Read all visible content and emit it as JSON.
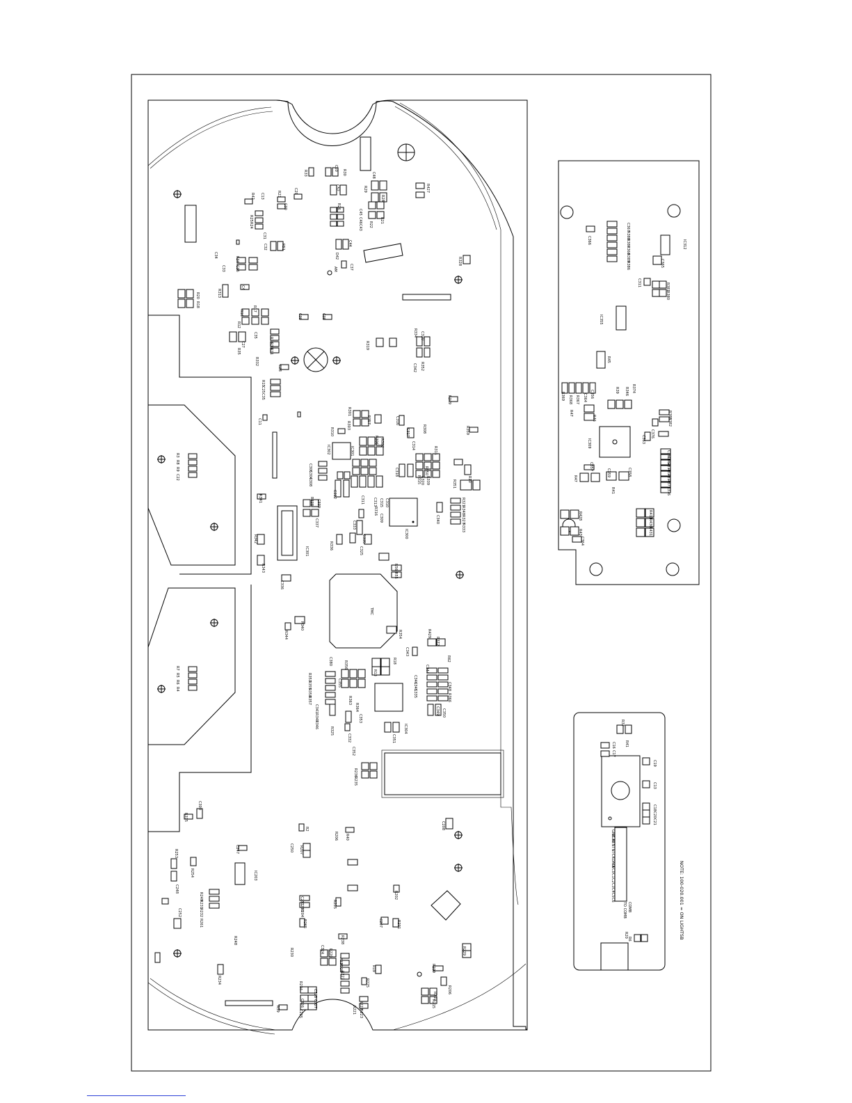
{
  "main_board": {
    "labels": {
      "l001": "R33",
      "l002": "C50",
      "l003": "R30",
      "l004": "C48",
      "l005": "R29",
      "l006": "R28",
      "l007": "R427",
      "l008": "C29",
      "l009": "R23",
      "l010": "C30",
      "l011": "R42",
      "l012": "C13",
      "l013": "C52",
      "l014": "R26",
      "l015": "C45",
      "l016": "C46",
      "l017": "C43",
      "l018": "R22",
      "l019": "R21",
      "l020": "R25",
      "l021": "R24",
      "l022": "C31",
      "l023": "R51",
      "l024": "C32",
      "l025": "C44",
      "l026": "D42",
      "l027": "C37",
      "l028": "AM",
      "l029": "R328",
      "l030": "C34",
      "l031": "C33",
      "l032": "C36",
      "l033": "R34",
      "l034": "C4",
      "l035": "R20",
      "l036": "R18",
      "l037": "R313",
      "l038": "R17",
      "l039": "R16",
      "l040": "R12",
      "l041": "C39",
      "l042": "C38",
      "l043": "C35",
      "l044": "C27",
      "l045": "R35",
      "l046": "R14",
      "l047": "R13",
      "l048": "R11",
      "l049": "R332",
      "l050": "C28",
      "l051": "R319",
      "l052": "C320",
      "l053": "R334",
      "l054": "R352",
      "l055": "C342",
      "l056": "R15",
      "l057": "C25",
      "l058": "C35",
      "l059": "R349",
      "l060": "R301",
      "l061": "R357",
      "l062": "R303",
      "l063": "R310",
      "l064": "C316",
      "l065": "C317",
      "l066": "R308",
      "l067": "C11",
      "l068": "R359",
      "l069": "IC302",
      "l070": "IC301",
      "l071": "R306",
      "l072": "R307",
      "l073": "C305",
      "l074": "C304",
      "l075": "C308",
      "l076": "C314",
      "l077": "R311",
      "l078": "R350",
      "l079": "R339",
      "l080": "R320",
      "l081": "C318",
      "l082": "R315",
      "l083": "R351",
      "l084": "R10",
      "l085": "R341",
      "l086": "R338",
      "l087": "C339",
      "l088": "C337",
      "l089": "C312",
      "l090": "C311",
      "l091": "C313",
      "l092": "C315",
      "l093": "C310",
      "l094": "C309",
      "l095": "R316",
      "l096": "R321",
      "l097": "R348",
      "l098": "R327",
      "l099": "R333",
      "l100": "IC300",
      "l101": "C340",
      "l102": "R342",
      "l103": "C333",
      "l104": "C335",
      "l105": "C325",
      "l106": "R336",
      "l107": "IC301",
      "l108": "R343",
      "l109": "C336",
      "l110": "R56",
      "l111": "R55",
      "l112": "TMC",
      "l113": "R340",
      "l114": "R344",
      "l115": "R354",
      "l116": "R429",
      "l117": "R372",
      "l118": "C343",
      "l119": "R62",
      "l120": "R13",
      "l121": "R18",
      "l122": "C380",
      "l123": "R356",
      "l124": "C344",
      "l125": "R353",
      "l126": "R355",
      "l127": "R358",
      "l128": "R357",
      "l129": "C341",
      "l130": "R347",
      "l131": "R346",
      "l132": "C355",
      "l133": "R363",
      "l134": "R364",
      "l135": "C346",
      "l136": "C345",
      "l137": "C348",
      "l138": "C335",
      "l139": "R366",
      "l140": "C349",
      "l141": "C350",
      "l142": "R325",
      "l143": "C332",
      "l144": "C353",
      "l145": "C351",
      "l146": "C352",
      "l147": "IC304",
      "l148": "R236",
      "l149": "R235",
      "l150": "C300",
      "l151": "R335",
      "l152": "R2",
      "l153": "C208",
      "l154": "R40",
      "l155": "R206",
      "l156": "C247",
      "l157": "C250",
      "l158": "R207",
      "l159": "R253",
      "l160": "R254",
      "l161": "IC203",
      "l162": "C248",
      "l163": "R249",
      "l164": "R231",
      "l165": "R232",
      "l166": "C252",
      "l167": "C251",
      "l168": "C253",
      "l169": "R204",
      "l170": "R205",
      "l171": "R202",
      "l172": "C207",
      "l173": "R201",
      "l174": "R261",
      "l175": "R248",
      "l176": "R265",
      "l177": "R238",
      "l178": "R230",
      "l179": "C324",
      "l180": "R220",
      "l181": "R226",
      "l182": "R228",
      "l183": "R227",
      "l184": "R19",
      "l185": "R229",
      "l186": "R209",
      "l187": "R206",
      "l188": "R210",
      "l189": "R215",
      "l190": "R234",
      "l191": "R39",
      "l192": "C326",
      "l193": "R222",
      "l194": "R221",
      "l195": "C328",
      "l196": "C327",
      "l197": "R234",
      "l198": "C225",
      "l199": "R223",
      "l200": "R225",
      "l201": "R3",
      "l202": "R8",
      "l203": "R9",
      "l204": "C22",
      "l205": "R7",
      "l206": "R5",
      "l207": "R6",
      "l208": "R4"
    }
  },
  "right_board": {
    "labels": {
      "r01": "C367",
      "r02": "R388",
      "r03": "R387",
      "r04": "R368",
      "r05": "R389",
      "r06": "R386",
      "r07": "IC312",
      "r08": "C366",
      "r09": "C365",
      "r10": "C311",
      "r11": "R381",
      "r12": "R380",
      "r13": "IC355",
      "r14": "R45",
      "r15": "R369",
      "r16": "R368",
      "r17": "R367",
      "r18": "C364",
      "r19": "R346",
      "r20": "R374",
      "r21": "C356",
      "r22": "R39",
      "r23": "R46",
      "r24": "R47",
      "r25": "R383",
      "r26": "R382",
      "r27": "C363",
      "r28": "C376",
      "r29": "IC309",
      "r30": "C360",
      "r31": "C362",
      "r32": "R378",
      "r33": "R375",
      "r34": "R377",
      "r35": "R371",
      "r36": "R376",
      "r37": "C357",
      "r38": "R47",
      "r39": "C359",
      "r40": "C358",
      "r41": "R41",
      "r42": "R428",
      "r43": "R411",
      "r44": "R430",
      "r45": "R431",
      "r46": "R43",
      "r47": "C364"
    }
  },
  "small_board": {
    "labels": {
      "s01": "R32",
      "s02": "R41",
      "s03": "C16",
      "s04": "C17",
      "s05": "C19",
      "s06": "C13",
      "s07": "C18",
      "s08": "C20",
      "s09": "C21",
      "s10": "R20",
      "s11": "R6"
    },
    "connector_to": "TO COMB",
    "connector_name": "COMB",
    "connector_pins": [
      "GND",
      "PLAY",
      "KEY",
      "ST+",
      "ST-",
      "CK",
      "DATA",
      "CE",
      "C0",
      "C1",
      "C2",
      "C3",
      "C4",
      "C5",
      "C6"
    ],
    "note": "NOTE: 100-020.001 = ON LIGHTSB"
  },
  "colors": {
    "line": "#000000",
    "background": "#ffffff",
    "link_underline": "#2a3fd6"
  }
}
